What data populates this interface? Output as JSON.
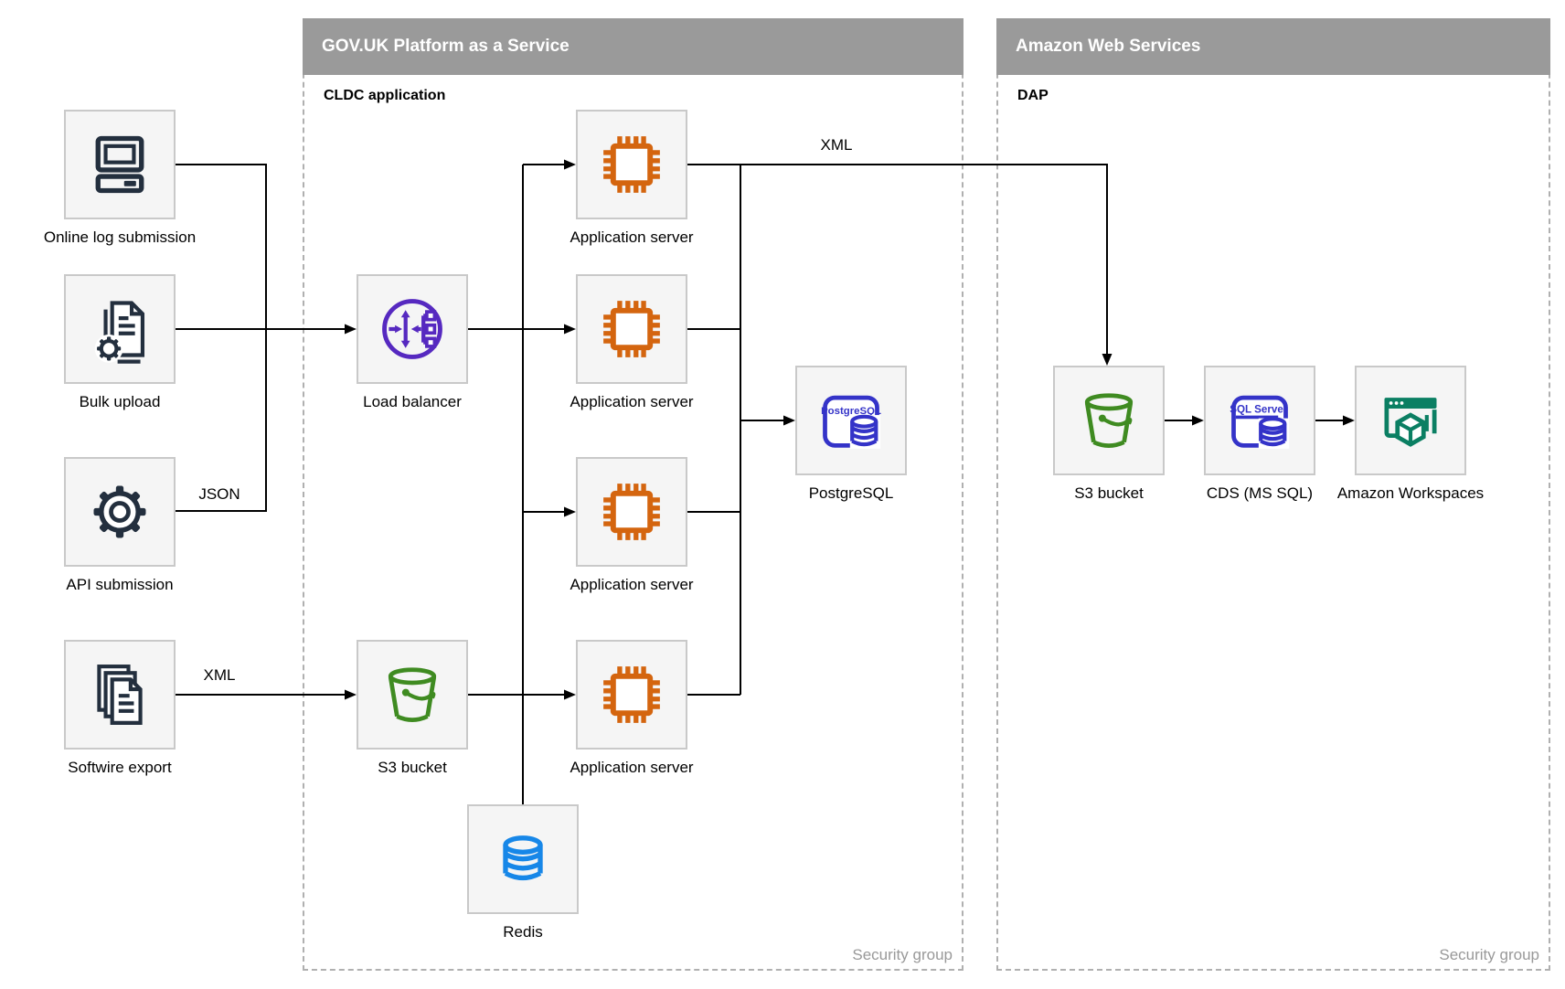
{
  "containers": {
    "paas": {
      "title": "GOV.UK Platform as a Service",
      "sublabel": "CLDC application",
      "footer": "Security group"
    },
    "aws": {
      "title": "Amazon Web Services",
      "sublabel": "DAP",
      "footer": "Security group"
    }
  },
  "nodes": {
    "online_log": {
      "label": "Online log submission"
    },
    "bulk_upload": {
      "label": "Bulk upload"
    },
    "api_submission": {
      "label": "API submission"
    },
    "softwire_export": {
      "label": "Softwire export"
    },
    "load_balancer": {
      "label": "Load balancer"
    },
    "app_server_1": {
      "label": "Application server"
    },
    "app_server_2": {
      "label": "Application server"
    },
    "app_server_3": {
      "label": "Application server"
    },
    "app_server_4": {
      "label": "Application server"
    },
    "postgresql": {
      "label": "PostgreSQL"
    },
    "s3_paas": {
      "label": "S3 bucket"
    },
    "redis": {
      "label": "Redis"
    },
    "s3_aws": {
      "label": "S3 bucket"
    },
    "cds": {
      "label": "CDS (MS SQL)"
    },
    "workspaces": {
      "label": "Amazon Workspaces"
    }
  },
  "edge_labels": {
    "json": "JSON",
    "xml_softwire": "XML",
    "xml_app": "XML"
  },
  "icon_texts": {
    "postgresql": "PostgreSQL",
    "sql_server": "SQL Server"
  },
  "colors": {
    "navy": "#232f3e",
    "purple": "#5629c0",
    "orange": "#d4650f",
    "indigo": "#3433c8",
    "green": "#3f8b21",
    "blue": "#1787e8",
    "teal": "#0b7f63",
    "bar_gray": "#9a9a9a",
    "box_fill": "#f5f5f5",
    "box_border": "#c9c9c9",
    "dash_border": "#b0b0b0",
    "edge_black": "#000000",
    "muted_gray": "#999999",
    "text": "#000000"
  }
}
